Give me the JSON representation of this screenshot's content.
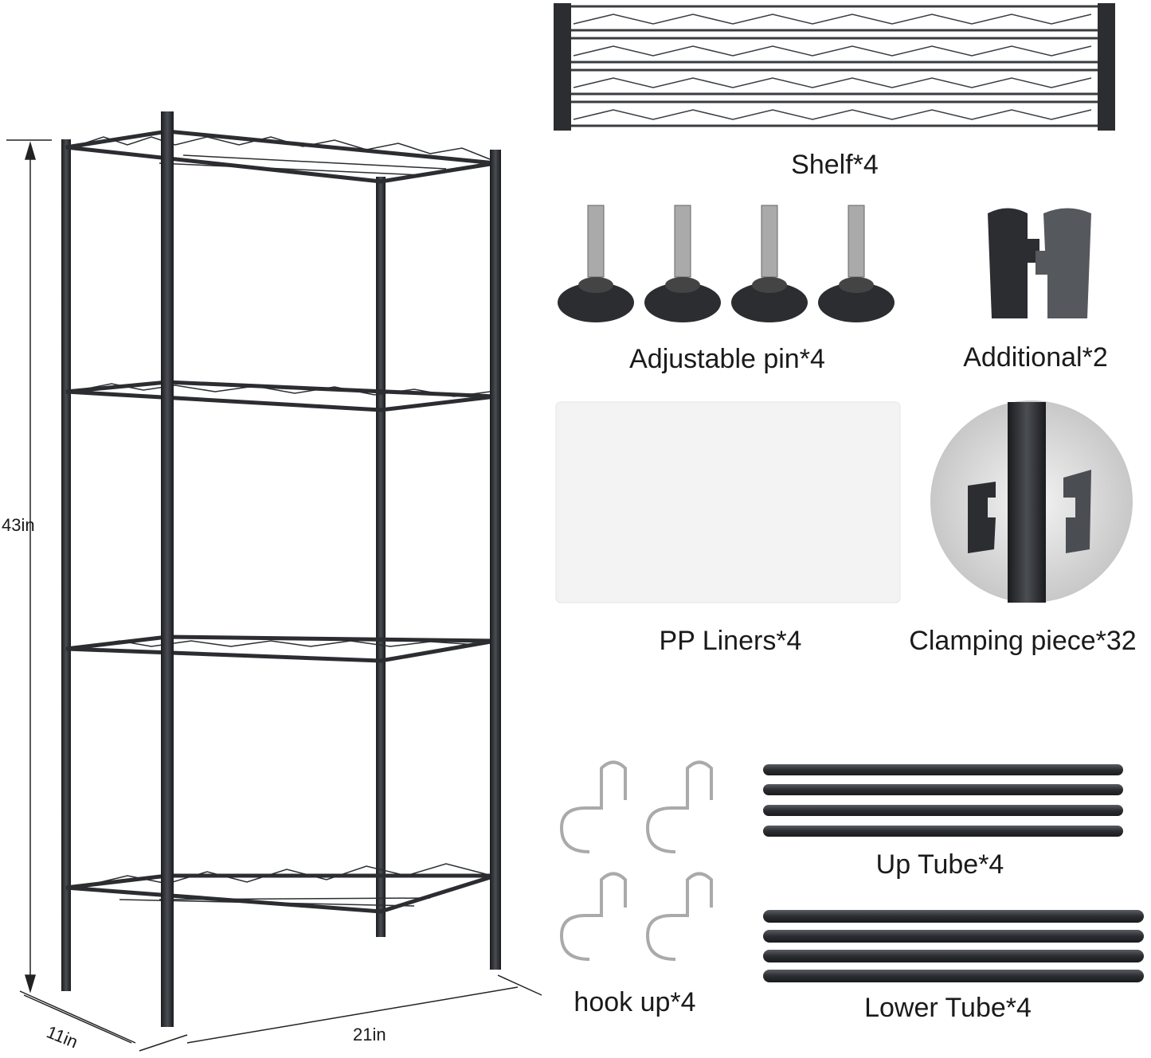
{
  "dimensions": {
    "height": "43in",
    "depth": "11in",
    "width": "21in"
  },
  "parts": {
    "shelf": "Shelf*4",
    "pin": "Adjustable pin*4",
    "additional": "Additional*2",
    "liners": "PP Liners*4",
    "clamp": "Clamping piece*32",
    "hook": "hook up*4",
    "up_tube": "Up Tube*4",
    "lower_tube": "Lower Tube*4"
  },
  "colors": {
    "metal": "#2b2d31",
    "liner": "#f2f2f2",
    "steel": "#b8b8b8"
  }
}
